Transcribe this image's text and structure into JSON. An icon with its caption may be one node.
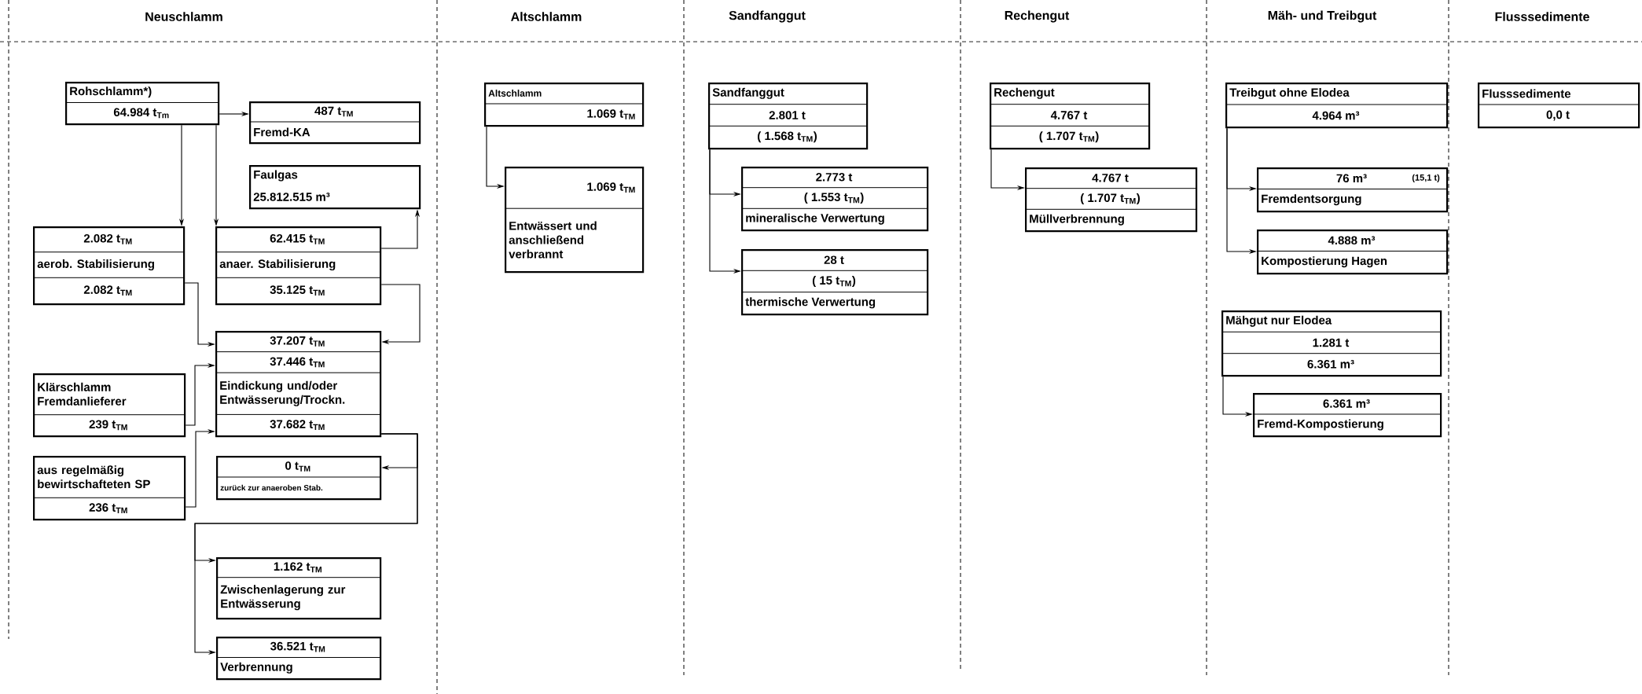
{
  "diagram": {
    "nodes": [
      {
        "text": [
          "Rohschlamm*)",
          "64.984 t$_{Tm}$"
        ]
      },
      {
        "text": [
          "487 t$_{TM}$",
          "Fremd-KA"
        ]
      },
      {
        "text": [
          "Faulgas",
          "25.812.515 m³"
        ]
      },
      {
        "text": [
          "2.082 t$_{TM}$",
          "aerob. Stabilisierung",
          "2.082 t$_{TM}$"
        ]
      },
      {
        "text": [
          "62.415 t$_{TM}$",
          "anaer. Stabilisierung",
          "35.125 t$_{TM}$"
        ]
      },
      {
        "text": [
          "37.207 t$_{TM}$",
          "37.446 t$_{TM}$",
          "Eindickung und/oder Entwässerung/Trockn.",
          "37.682 t$_{TM}$"
        ]
      },
      {
        "text": [
          "Klärschlamm Fremdanlieferer",
          "239 t$_{TM}$"
        ]
      },
      {
        "text": [
          "aus regelmäßig bewirtschafteten SP",
          "236 t$_{TM}$"
        ]
      },
      {
        "text": [
          "0 t$_{TM}$",
          "zurück zur anaeroben Stab."
        ]
      },
      {
        "text": [
          "1.162 t$_{TM}$",
          "Zwischenlagerung zur Entwässerung"
        ]
      },
      {
        "text": [
          "36.521 t$_{TM}$",
          "Verbrennung"
        ]
      },
      {
        "text": [
          "Altschlamm",
          "1.069 t$_{TM}$"
        ]
      },
      {
        "text": [
          "1.069 t$_{TM}$",
          "Entwässert und anschließend verbrannt"
        ]
      },
      {
        "text": [
          "Sandfanggut",
          "2.801 t",
          "( 1.568 t$_{TM}$)"
        ]
      },
      {
        "text": [
          "2.773 t",
          "( 1.553 t$_{TM}$)",
          "mineralische Verwertung"
        ]
      },
      {
        "text": [
          "28 t",
          "( 15 t$_{TM}$)",
          "thermische Verwertung"
        ]
      },
      {
        "text": [
          "Rechengut",
          "4.767 t",
          "( 1.707 t$_{TM}$)"
        ]
      },
      {
        "text": [
          "4.767 t",
          "( 1.707 t$_{TM}$)",
          "Müllverbrennung"
        ]
      },
      {
        "text": [
          "Treibgut ohne Elodea",
          "4.964 m³"
        ]
      },
      {
        "text": [
          "76 m³",
          "(15,1 t)",
          "Fremdentsorgung"
        ]
      },
      {
        "text": [
          "4.888 m³",
          "Kompostierung Hagen"
        ]
      },
      {
        "text": [
          "Flusssedimente",
          "0,0 t"
        ]
      },
      {
        "text": [
          "Mähgut nur Elodea",
          "1.281 t",
          "6.361 m³"
        ]
      },
      {
        "text": [
          "6.361 m³",
          "Fremd-Kompostierung"
        ]
      }
    ],
    "edges": [
      {
        "from": 0,
        "to": 1,
        "arrow": "to"
      },
      {
        "from": 0,
        "to": 3,
        "arrow": "to"
      },
      {
        "from": 0,
        "to": 4,
        "arrow": "to"
      },
      {
        "from": 4,
        "to": 2,
        "arrow": "to"
      },
      {
        "from": 3,
        "to": 5,
        "arrow": "to"
      },
      {
        "from": 4,
        "to": 5,
        "arrow": "to"
      },
      {
        "from": 6,
        "to": 5,
        "arrow": "to"
      },
      {
        "from": 7,
        "to": 5,
        "arrow": "to"
      },
      {
        "from": 5,
        "to": 8,
        "arrow": "to"
      },
      {
        "from": 5,
        "to": 9,
        "arrow": "to"
      },
      {
        "from": 5,
        "to": 10,
        "arrow": "to"
      },
      {
        "from": 11,
        "to": 12,
        "arrow": "to"
      },
      {
        "from": 13,
        "to": 14,
        "arrow": "to"
      },
      {
        "from": 13,
        "to": 15,
        "arrow": "to"
      },
      {
        "from": 16,
        "to": 17,
        "arrow": "to"
      },
      {
        "from": 18,
        "to": 19,
        "arrow": "to"
      },
      {
        "from": 18,
        "to": 20,
        "arrow": "to"
      },
      {
        "from": 22,
        "to": 23,
        "arrow": "to"
      }
    ],
    "labels": [
      "Neuschlamm",
      "Altschlamm",
      "Sandfanggut",
      "Rechengut",
      "Mäh- und Treibgut",
      "Flusssedimente"
    ]
  }
}
